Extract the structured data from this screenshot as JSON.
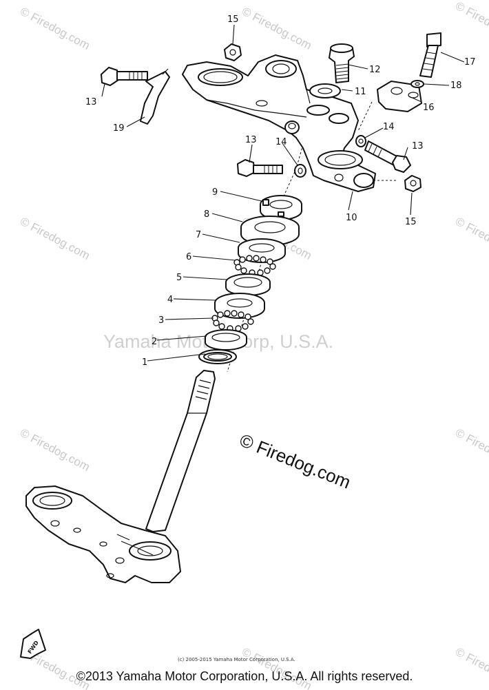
{
  "watermarks": {
    "corner": "© Firedog.com",
    "center": "Yamaha Motor Corp, U.S.A.",
    "diagram_mark": "© Firedog.com"
  },
  "fwd_badge": "FWD",
  "small_copyright": "(c) 2005-2015 Yamaha Motor Corporation, U.S.A.",
  "footer_text": "©2013 Yamaha Motor Corporation, U.S.A. All rights reserved.",
  "callouts": [
    {
      "id": "c1",
      "label": "1"
    },
    {
      "id": "c2",
      "label": "2"
    },
    {
      "id": "c3",
      "label": "3"
    },
    {
      "id": "c4",
      "label": "4"
    },
    {
      "id": "c5",
      "label": "5"
    },
    {
      "id": "c6",
      "label": "6"
    },
    {
      "id": "c7",
      "label": "7"
    },
    {
      "id": "c8",
      "label": "8"
    },
    {
      "id": "c9",
      "label": "9"
    },
    {
      "id": "c10",
      "label": "10"
    },
    {
      "id": "c11",
      "label": "11"
    },
    {
      "id": "c12",
      "label": "12"
    },
    {
      "id": "c13a",
      "label": "13"
    },
    {
      "id": "c13b",
      "label": "13"
    },
    {
      "id": "c13c",
      "label": "13"
    },
    {
      "id": "c14a",
      "label": "14"
    },
    {
      "id": "c14b",
      "label": "14"
    },
    {
      "id": "c15a",
      "label": "15"
    },
    {
      "id": "c15b",
      "label": "15"
    },
    {
      "id": "c16",
      "label": "16"
    },
    {
      "id": "c17",
      "label": "17"
    },
    {
      "id": "c18",
      "label": "18"
    },
    {
      "id": "c19",
      "label": "19"
    }
  ]
}
